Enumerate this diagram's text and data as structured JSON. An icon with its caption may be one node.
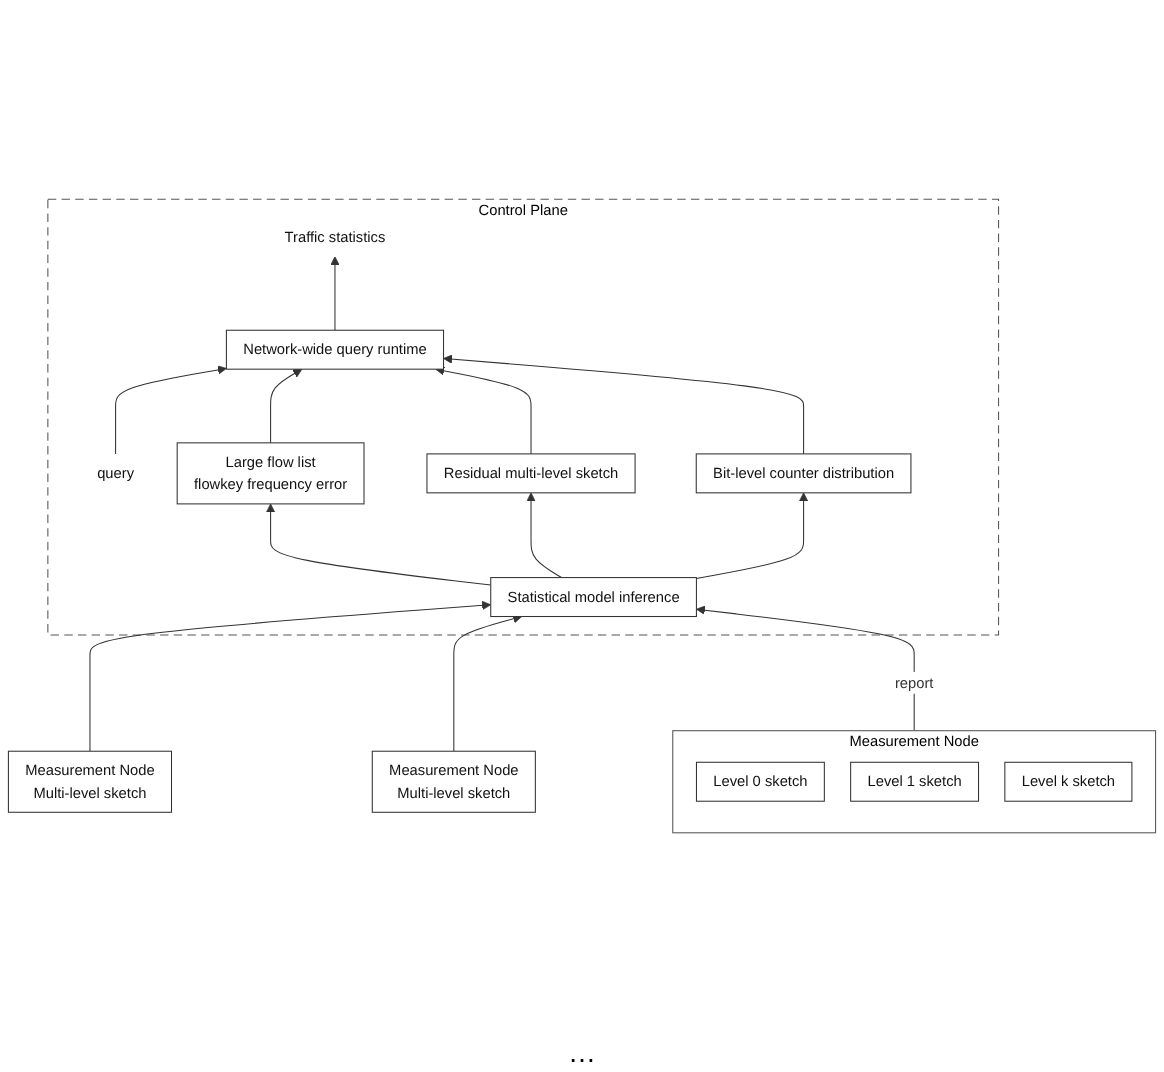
{
  "diagram": {
    "nodes": [
      {
        "text": [
          "Control Plane"
        ]
      },
      {
        "text": [
          "query"
        ],
        "in": 0
      },
      {
        "text": [
          "Network-wide query runtime"
        ],
        "in": 0
      },
      {
        "text": [
          "Traffic statistics"
        ],
        "in": 0
      },
      {
        "text": [
          "Large flow list",
          "flowkey frequency error"
        ],
        "in": 0
      },
      {
        "text": [
          "Residual multi-level sketch"
        ],
        "in": 0
      },
      {
        "text": [
          "Bit-level counter distribution"
        ],
        "in": 0
      },
      {
        "text": [
          "Statistical model inference"
        ],
        "in": 0
      },
      {
        "text": [
          "Measurement Node",
          "Multi-level sketch"
        ]
      },
      {
        "text": [
          "Measurement Node",
          "Multi-level sketch"
        ]
      },
      {
        "text": [
          "Measurement Node"
        ]
      },
      {
        "text": [
          "Level 0 sketch"
        ],
        "in": 10
      },
      {
        "text": [
          "Level 1 sketch"
        ],
        "in": 10
      },
      {
        "text": [
          "Level k sketch"
        ],
        "in": 10
      }
    ],
    "edges": [
      {
        "from": 1,
        "to": 2,
        "arrow": "to"
      },
      {
        "from": 2,
        "to": 3,
        "arrow": "to"
      },
      {
        "from": 4,
        "to": 2,
        "arrow": "to"
      },
      {
        "from": 5,
        "to": 2,
        "arrow": "to"
      },
      {
        "from": 6,
        "to": 2,
        "arrow": "to"
      },
      {
        "from": 7,
        "to": 4,
        "arrow": "to"
      },
      {
        "from": 7,
        "to": 5,
        "arrow": "to"
      },
      {
        "from": 7,
        "to": 6,
        "arrow": "to"
      },
      {
        "from": 8,
        "to": 7,
        "arrow": "to"
      },
      {
        "from": 10,
        "to": 7,
        "label": "report",
        "arrow": "to"
      },
      {
        "from": 9,
        "to": 7,
        "arrow": "to"
      }
    ],
    "labels": [
      "…"
    ]
  }
}
